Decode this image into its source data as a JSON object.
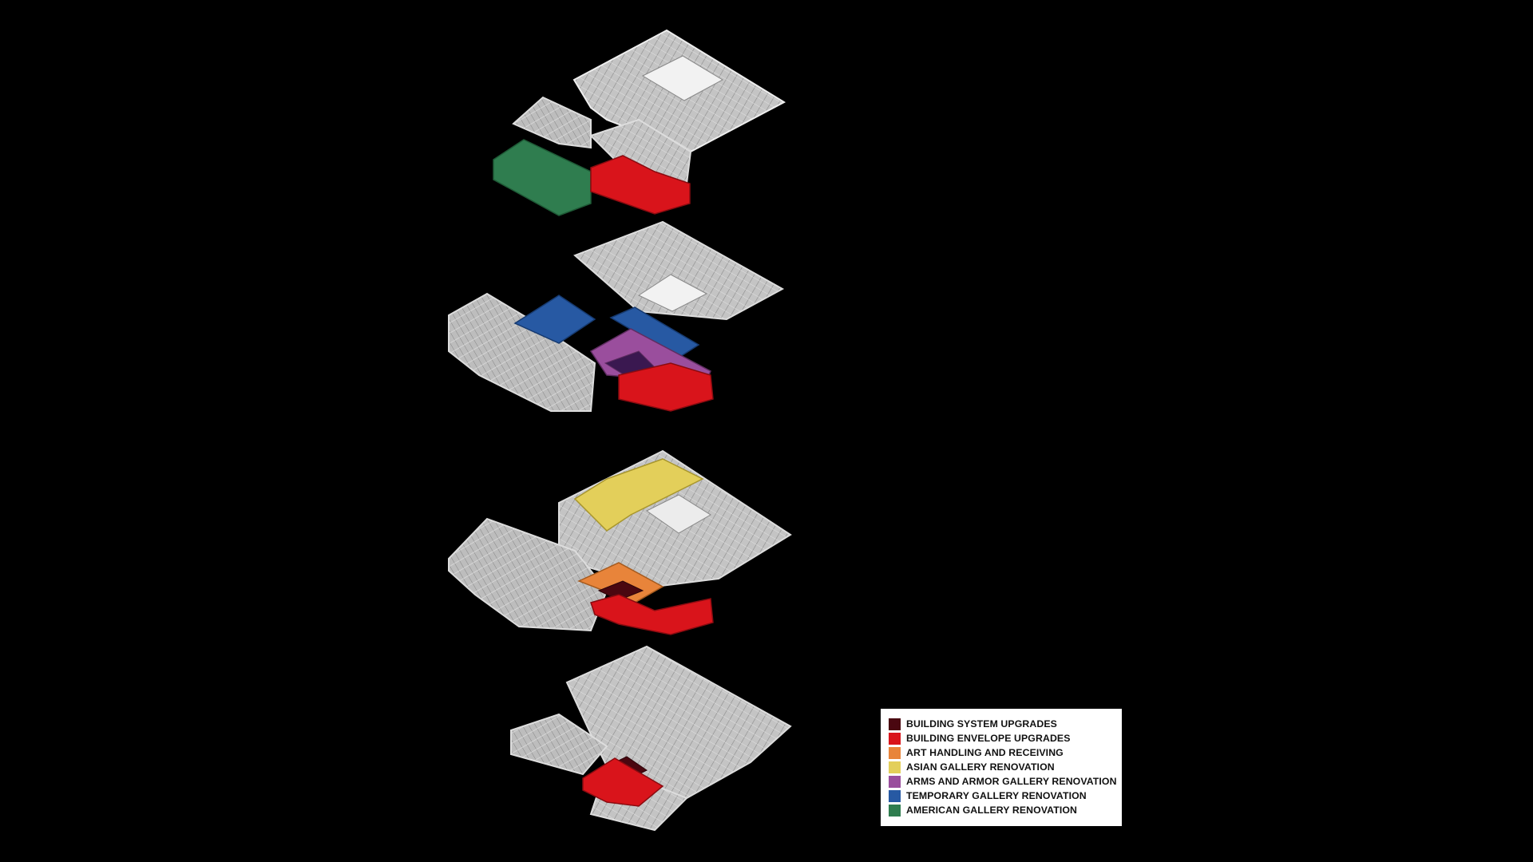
{
  "legend": {
    "items": [
      {
        "label": "BUILDING SYSTEM UPGRADES",
        "color": "#4a0710"
      },
      {
        "label": "BUILDING ENVELOPE UPGRADES",
        "color": "#d9141b"
      },
      {
        "label": "ART HANDLING AND RECEIVING",
        "color": "#e8843a"
      },
      {
        "label": "ASIAN GALLERY RENOVATION",
        "color": "#e3cf5a"
      },
      {
        "label": "ARMS AND ARMOR GALLERY RENOVATION",
        "color": "#9a4e9d"
      },
      {
        "label": "TEMPORARY GALLERY RENOVATION",
        "color": "#2759a3"
      },
      {
        "label": "AMERICAN GALLERY RENOVATION",
        "color": "#2f7d4f"
      }
    ]
  },
  "colors": {
    "background": "#000000",
    "building": "#b9b9b9",
    "building_light": "#e6e6e6",
    "building_dark": "#7d7d7d"
  }
}
